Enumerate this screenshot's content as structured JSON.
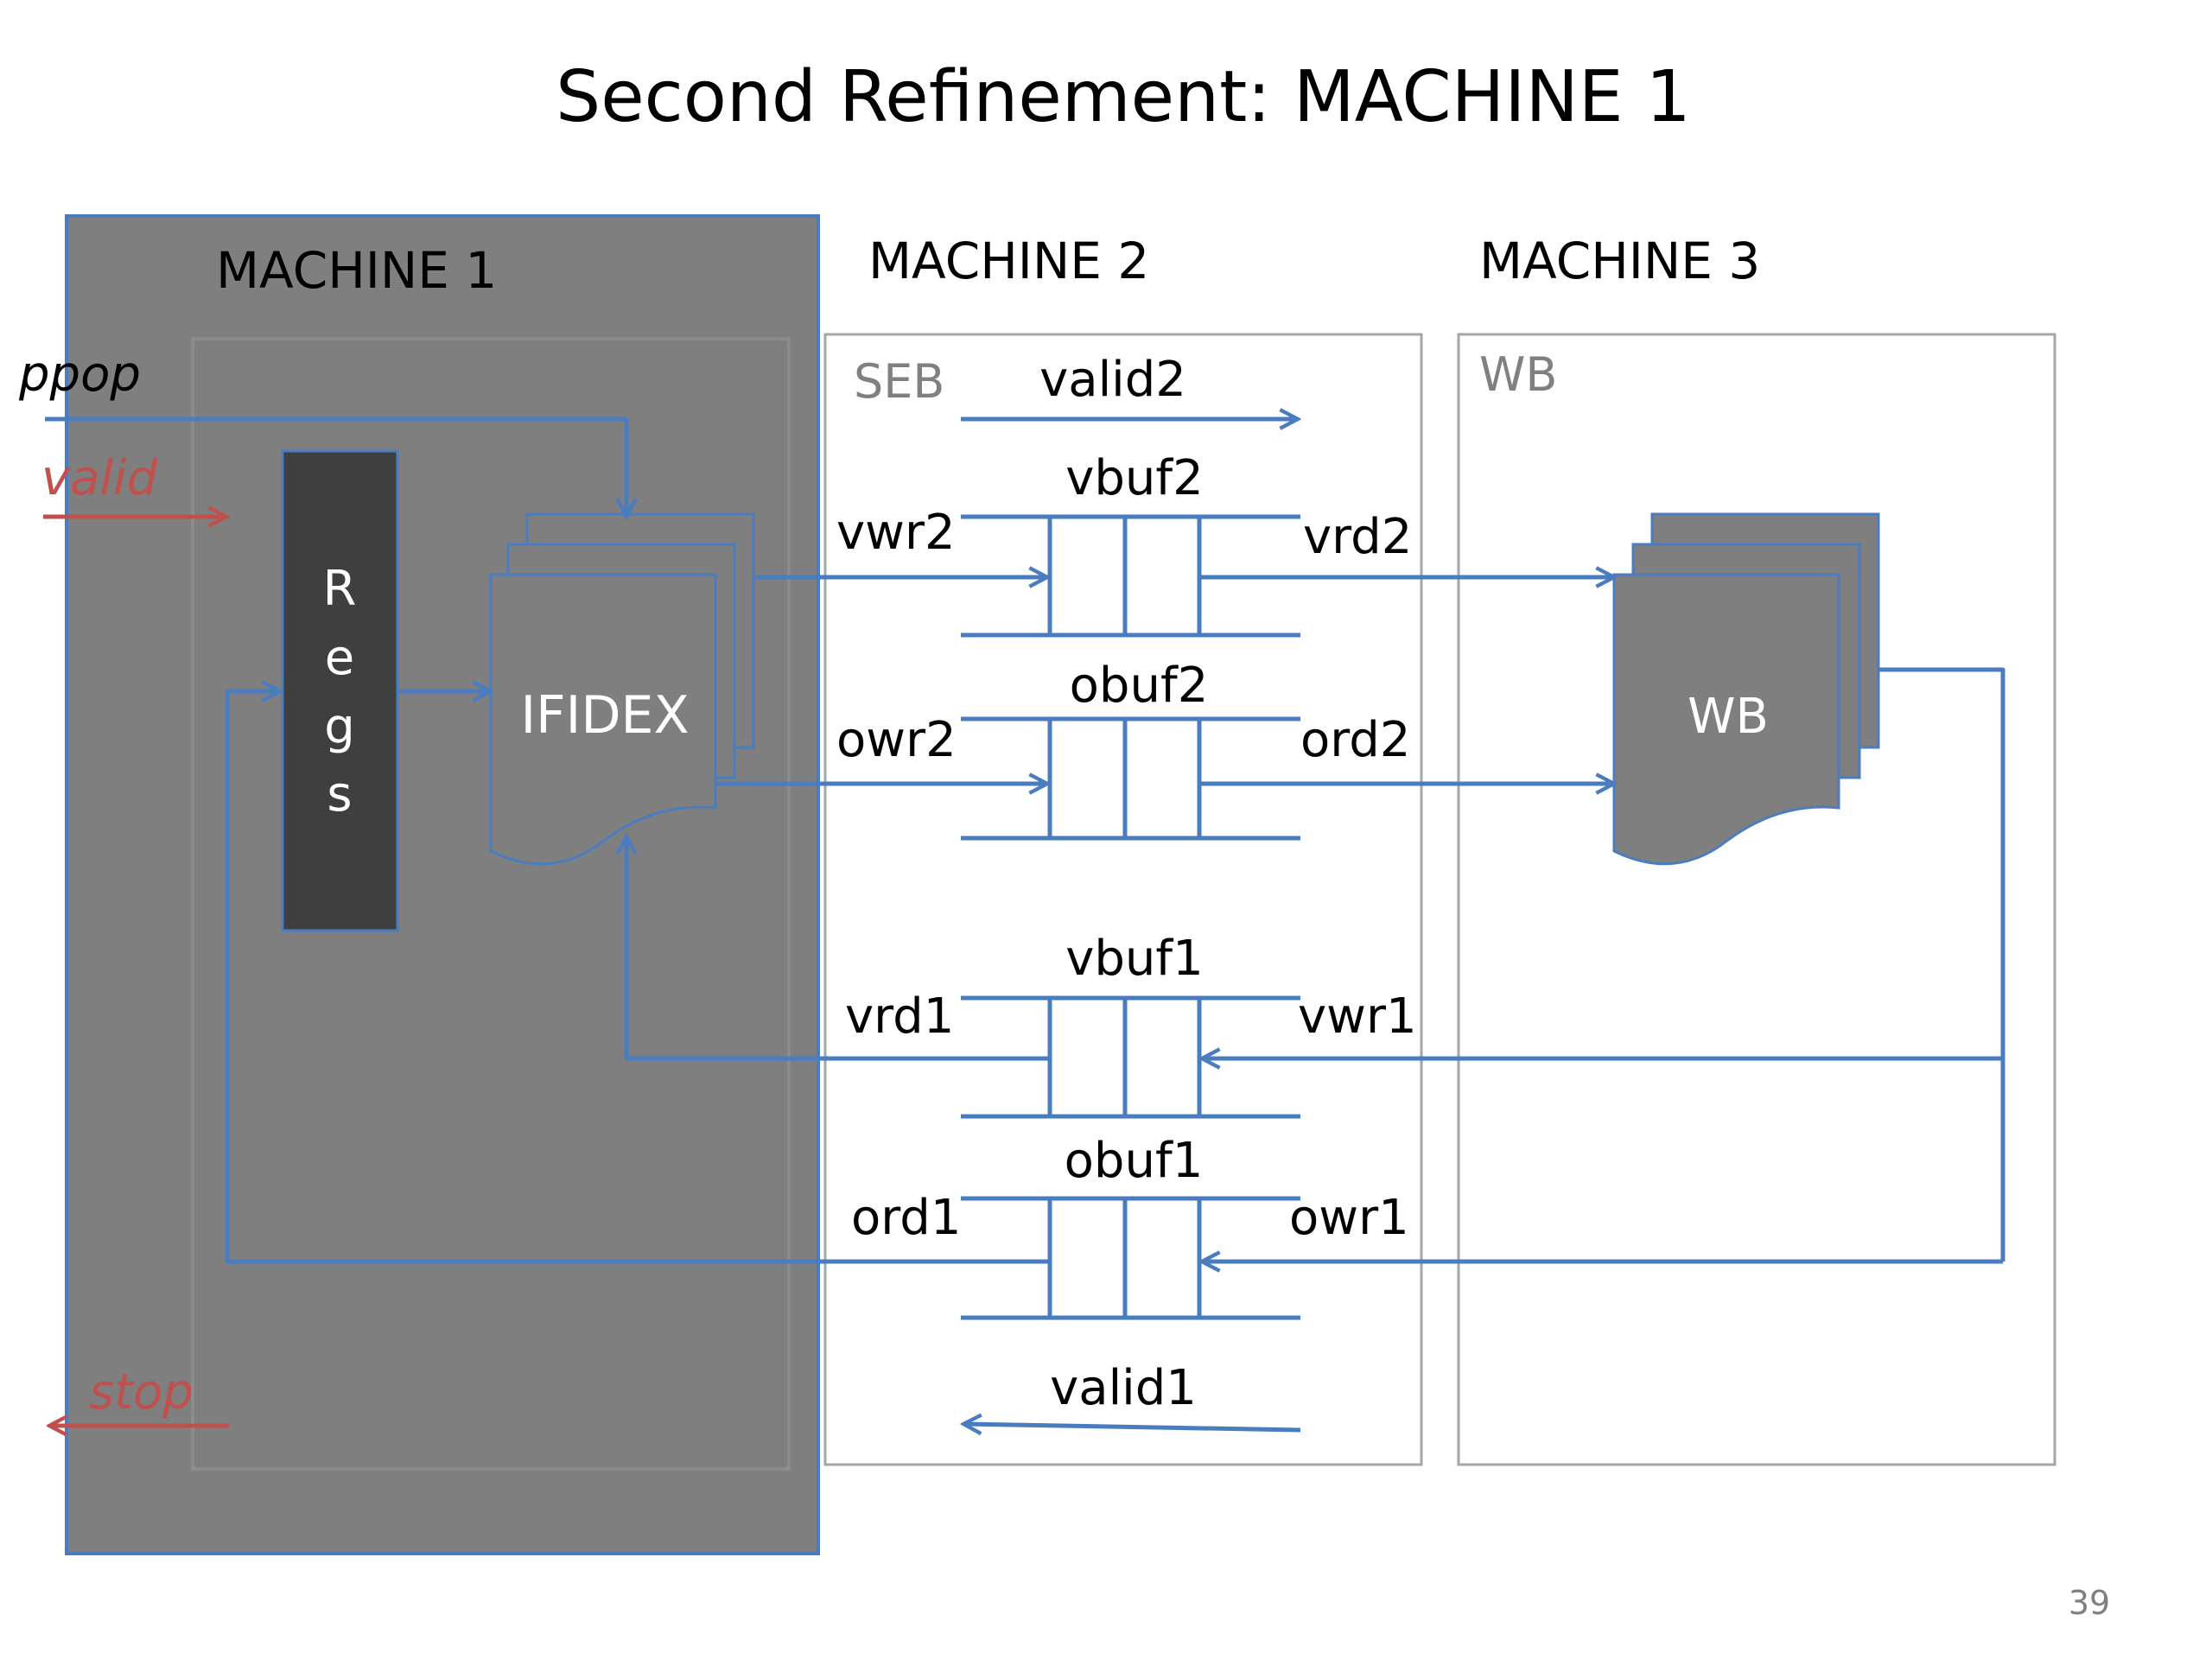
{
  "title": "Second Refinement: MACHINE 1",
  "page_number": "39",
  "machine1": {
    "label": "MACHINE 1"
  },
  "machine2": {
    "label": "MACHINE 2",
    "box_label": "SEB"
  },
  "machine3": {
    "label": "MACHINE 3",
    "box_label": "WB"
  },
  "regs_letters": [
    "R",
    "e",
    "g",
    "s"
  ],
  "ifidex_label": "IFIDEX",
  "wb_label": "WB",
  "signals": {
    "ppop": "ppop",
    "valid": "valid",
    "stop": "stop",
    "valid2": "valid2",
    "valid1": "valid1",
    "vwr2": "vwr2",
    "vrd2": "vrd2",
    "owr2": "owr2",
    "ord2": "ord2",
    "vrd1": "vrd1",
    "vwr1": "vwr1",
    "ord1": "ord1",
    "owr1": "owr1"
  },
  "buffers": {
    "vbuf2": "vbuf2",
    "obuf2": "obuf2",
    "vbuf1": "vbuf1",
    "obuf1": "obuf1"
  },
  "colors": {
    "machine1_fill": "#7f7f7f",
    "machine1_border": "#4a7cc0",
    "regs_fill": "#3f3f3f",
    "doc_fill": "#7f7f7f",
    "arrow_blue": "#4a7cc0",
    "signal_red": "#c0504d",
    "panel_border": "#a6a6a6",
    "label_gray": "#808080"
  }
}
